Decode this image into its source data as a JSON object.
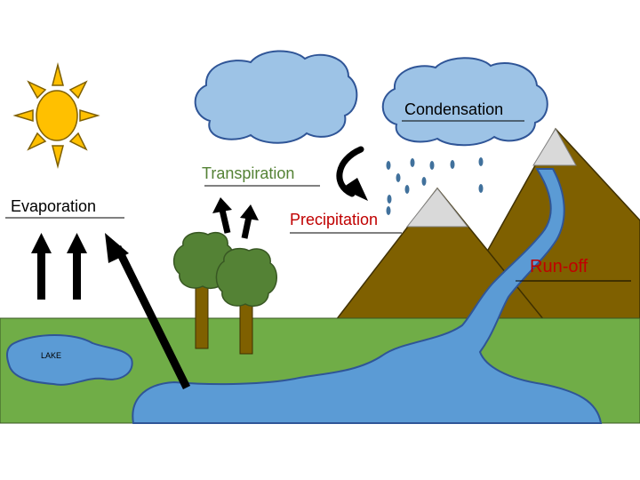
{
  "labels": {
    "condensation": "Condensation",
    "transpiration": "Transpiration",
    "evaporation": "Evaporation",
    "precipitation": "Precipitation",
    "runoff": "Run-off",
    "lake": "LAKE"
  },
  "colors": {
    "sky_blue": "#9DC3E6",
    "cloud_outline": "#2F5597",
    "sun_fill": "#FFC000",
    "sun_outline": "#7F6000",
    "ground_green": "#70AD47",
    "water_blue": "#5B9BD5",
    "mountain_brown": "#7F6000",
    "snow_grey": "#D9D9D9",
    "trunk_brown": "#7F6000",
    "foliage_green": "#548235",
    "arrow_black": "#000000",
    "transpiration_text": "#548235",
    "precipitation_text": "#C00000",
    "runoff_text": "#C00000",
    "condensation_text": "#000000"
  },
  "icons": {
    "sun": "sun-icon",
    "cloud": "cloud-icon",
    "tree": "tree-icon",
    "mountain": "mountain-icon",
    "raindrop": "raindrop-icon",
    "arrow": "up-arrow-icon"
  }
}
